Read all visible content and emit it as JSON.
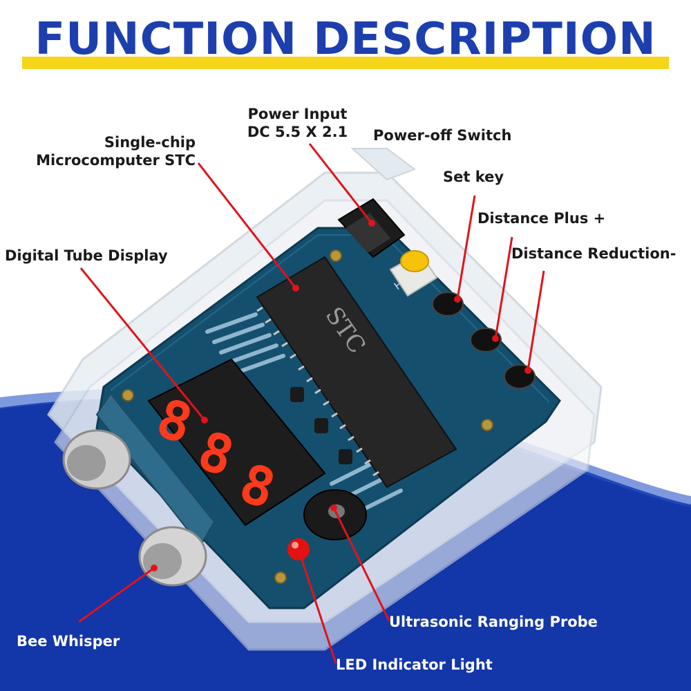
{
  "header": {
    "title": "FUNCTION DESCRIPTION"
  },
  "colors": {
    "title_blue": "#1d3fae",
    "title_underline_yellow": "#f7d51b",
    "background_blue": "#1336a8",
    "pointer_red": "#e0131b",
    "segment_red": "#ff3a1c"
  },
  "display": {
    "digits": [
      "8",
      "8",
      "8"
    ]
  },
  "callouts": {
    "power_input": [
      "Power Input",
      "DC 5.5 X 2.1"
    ],
    "power_off_switch": "Power-off Switch",
    "single_chip": [
      "Single-chip",
      "Microcomputer STC"
    ],
    "set_key": "Set key",
    "distance_plus": "Distance Plus +",
    "digital_tube_display": "Digital Tube Display",
    "distance_reduction": "Distance Reduction-",
    "bee_whisper": "Bee Whisper",
    "ultrasonic_probe": "Ultrasonic Ranging Probe",
    "led_indicator": "LED Indicator Light"
  },
  "board": {
    "chip_text": "STC",
    "model_text": "HU-038"
  }
}
